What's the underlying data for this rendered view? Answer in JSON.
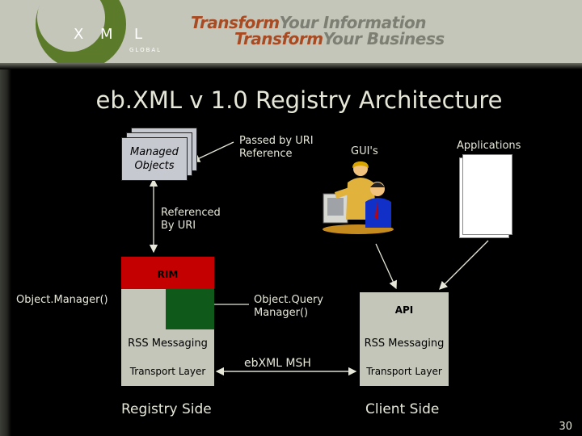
{
  "branding": {
    "logo_letters": [
      "X",
      "M",
      "L"
    ],
    "logo_sub": "GLOBAL",
    "tagline": [
      {
        "part1": "Transform",
        "part2": "Your Information"
      },
      {
        "part1": "Transform",
        "part2": "Your Business"
      }
    ],
    "colors": {
      "header_bg": "#c4c6b9",
      "logo_green": "#5b7a2a",
      "accent_rust": "#a84a22"
    }
  },
  "slide": {
    "title": "eb.XML v 1.0 Registry Architecture",
    "page_number": "30"
  },
  "diagram": {
    "managed_objects": "Managed Objects",
    "passed_by_uri": "Passed by URI Reference",
    "guis": "GUI's",
    "applications": "Applications",
    "referenced_by_uri": "Referenced By URI",
    "rim": "RIM",
    "object_manager": "Object.Manager()",
    "object_query_manager": "Object.Query Manager()",
    "api": "API",
    "rss_messaging_left": "RSS Messaging",
    "rss_messaging_right": "RSS Messaging",
    "transport_layer_left": "Transport Layer",
    "transport_layer_right": "Transport Layer",
    "msh": "ebXML MSH",
    "registry_side": "Registry Side",
    "client_side": "Client Side",
    "colors": {
      "rim_red": "#c40000",
      "om_green": "#0f5a1b",
      "arrow": "#e7e7d9"
    }
  }
}
